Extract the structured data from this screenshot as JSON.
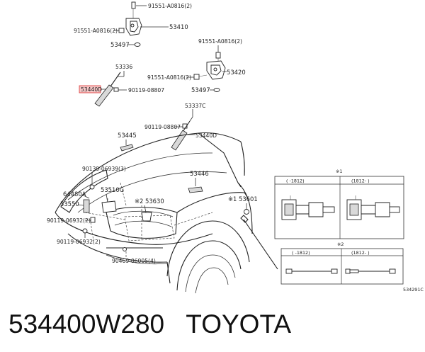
{
  "labels": {
    "bolt_top": "91551-A0816(2)",
    "bolt_left": "91551-A0816(2)",
    "hinge_lh": "53410",
    "washer_lh": "53497",
    "bolt_rh_top": "91551-A0816(2)",
    "bolt_rh_left": "91551-A0816(2)",
    "hinge_rh": "53420",
    "washer_rh": "53497",
    "stay_top": "53336",
    "support_lh": "53440D",
    "bolt_stay": "90119-08807",
    "stay_rh_top": "53337C",
    "bolt_stay_rh": "90119-08807",
    "support_rh": "53440D",
    "seal": "53445",
    "clip_a": "90139-06939(3)",
    "lock": "53510G",
    "bracket": "64480A",
    "striker": "53550",
    "bolt_b": "90119-06932(2)",
    "bolt_c": "90119-06932(2)",
    "clip_b": "90469-06005(4)",
    "insulator": "53446",
    "lever": "※2 53630",
    "cushion": "※1 53601",
    "ref_code": "534291C"
  },
  "detail1": {
    "title": "※1",
    "col_a": "(     -1812)",
    "col_b": "(1812-     )"
  },
  "detail2": {
    "title": "※2",
    "col_a": "(     -1812)",
    "col_b": "(1812-     )"
  },
  "caption": "534400W280   TOYOTA"
}
